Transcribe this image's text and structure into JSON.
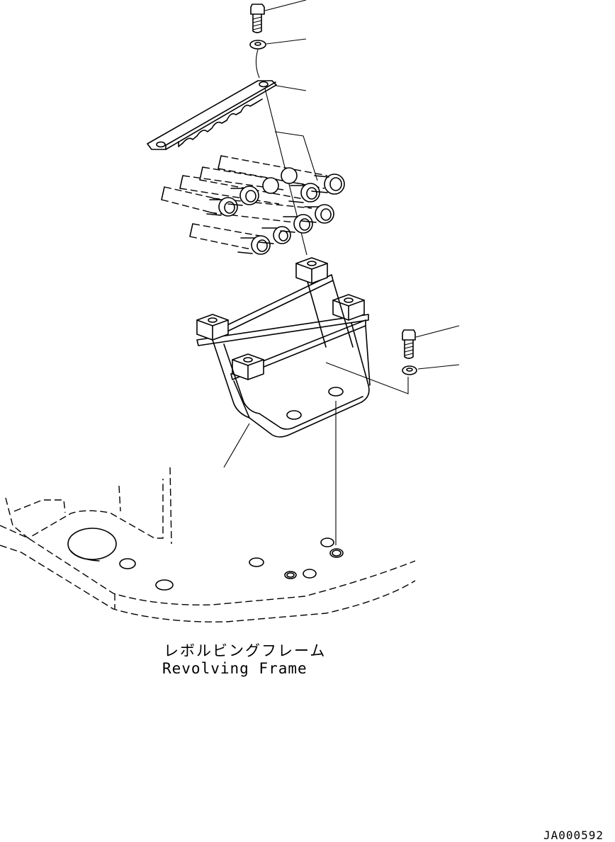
{
  "labels": {
    "part_name_jp": "レボルビングフレーム",
    "part_name_en": "Revolving Frame"
  },
  "drawing_number": "JA000592"
}
